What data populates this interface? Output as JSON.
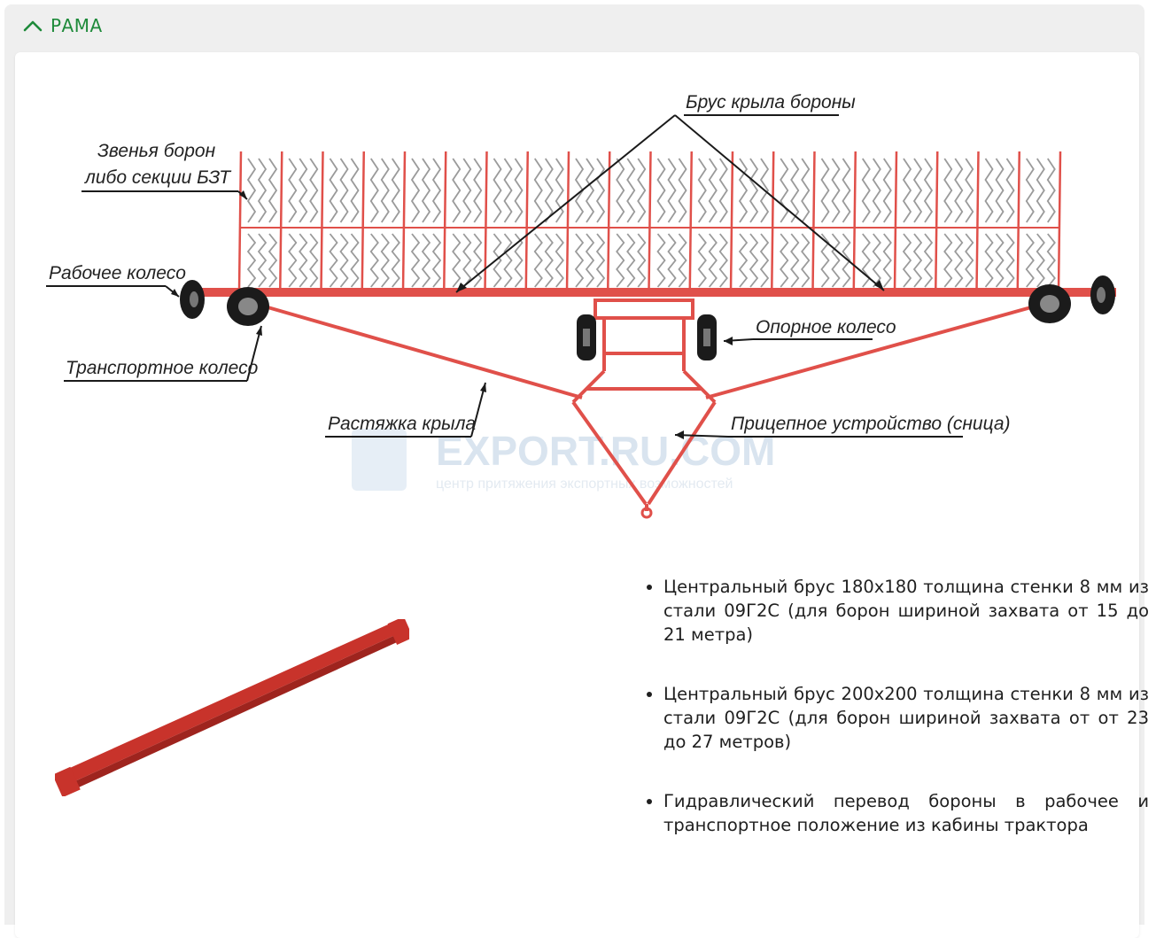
{
  "section": {
    "title": "РАМА",
    "collapse_icon": "chevron-up-icon",
    "accent_color": "#1e8a3a"
  },
  "diagram": {
    "labels": {
      "wing_beam": "Брус крыла бороны",
      "harrow_links": "Звенья борон",
      "harrow_links_2": "либо секции БЗТ",
      "working_wheel": "Рабочее колесо",
      "support_wheel": "Опорное колесо",
      "transport_wheel": "Транспортное  колесо",
      "wing_brace": "Растяжка крыла",
      "hitch": "Прицепное устройство (сница)"
    },
    "watermark": {
      "text": "EXPORT.RU.COM",
      "tagline": "центр притяжения экспортных возможностей"
    },
    "frame_color": "#e0504a"
  },
  "features": [
    "Центральный брус 180х180 толщина стенки 8 мм из стали 09Г2С (для борон шириной захвата от 15 до 21 метра)",
    "Центральный брус 200х200 толщина стенки 8 мм из стали 09Г2С (для борон шириной захвата от от 23 до 27 метров)",
    "Гидравлический перевод бороны в рабочее и транспортное положение из кабины трактора"
  ]
}
